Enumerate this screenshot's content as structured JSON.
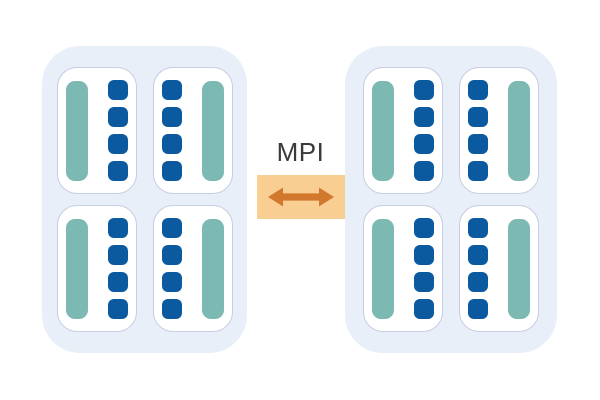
{
  "diagram": {
    "connector": {
      "label": "MPI",
      "arrow_icon": "double-arrow-icon"
    },
    "colors": {
      "page_bg": "#FFFFFF",
      "node_bg": "#E8EFF8",
      "card_bg": "#FFFFFF",
      "card_border": "#C7CDE2",
      "bar_teal": "#7CB9B2",
      "square_blue": "#0B599F",
      "connector_bg": "#F9CE92",
      "arrow_orange": "#D2772E",
      "label_color": "#3A3A3A"
    },
    "nodes": [
      {
        "name": "node-left",
        "cards": [
          {
            "bar_side": "left",
            "square_count": 4
          },
          {
            "bar_side": "right",
            "square_count": 4
          },
          {
            "bar_side": "left",
            "square_count": 4
          },
          {
            "bar_side": "right",
            "square_count": 4
          }
        ]
      },
      {
        "name": "node-right",
        "cards": [
          {
            "bar_side": "left",
            "square_count": 4
          },
          {
            "bar_side": "right",
            "square_count": 4
          },
          {
            "bar_side": "left",
            "square_count": 4
          },
          {
            "bar_side": "right",
            "square_count": 4
          }
        ]
      }
    ]
  }
}
